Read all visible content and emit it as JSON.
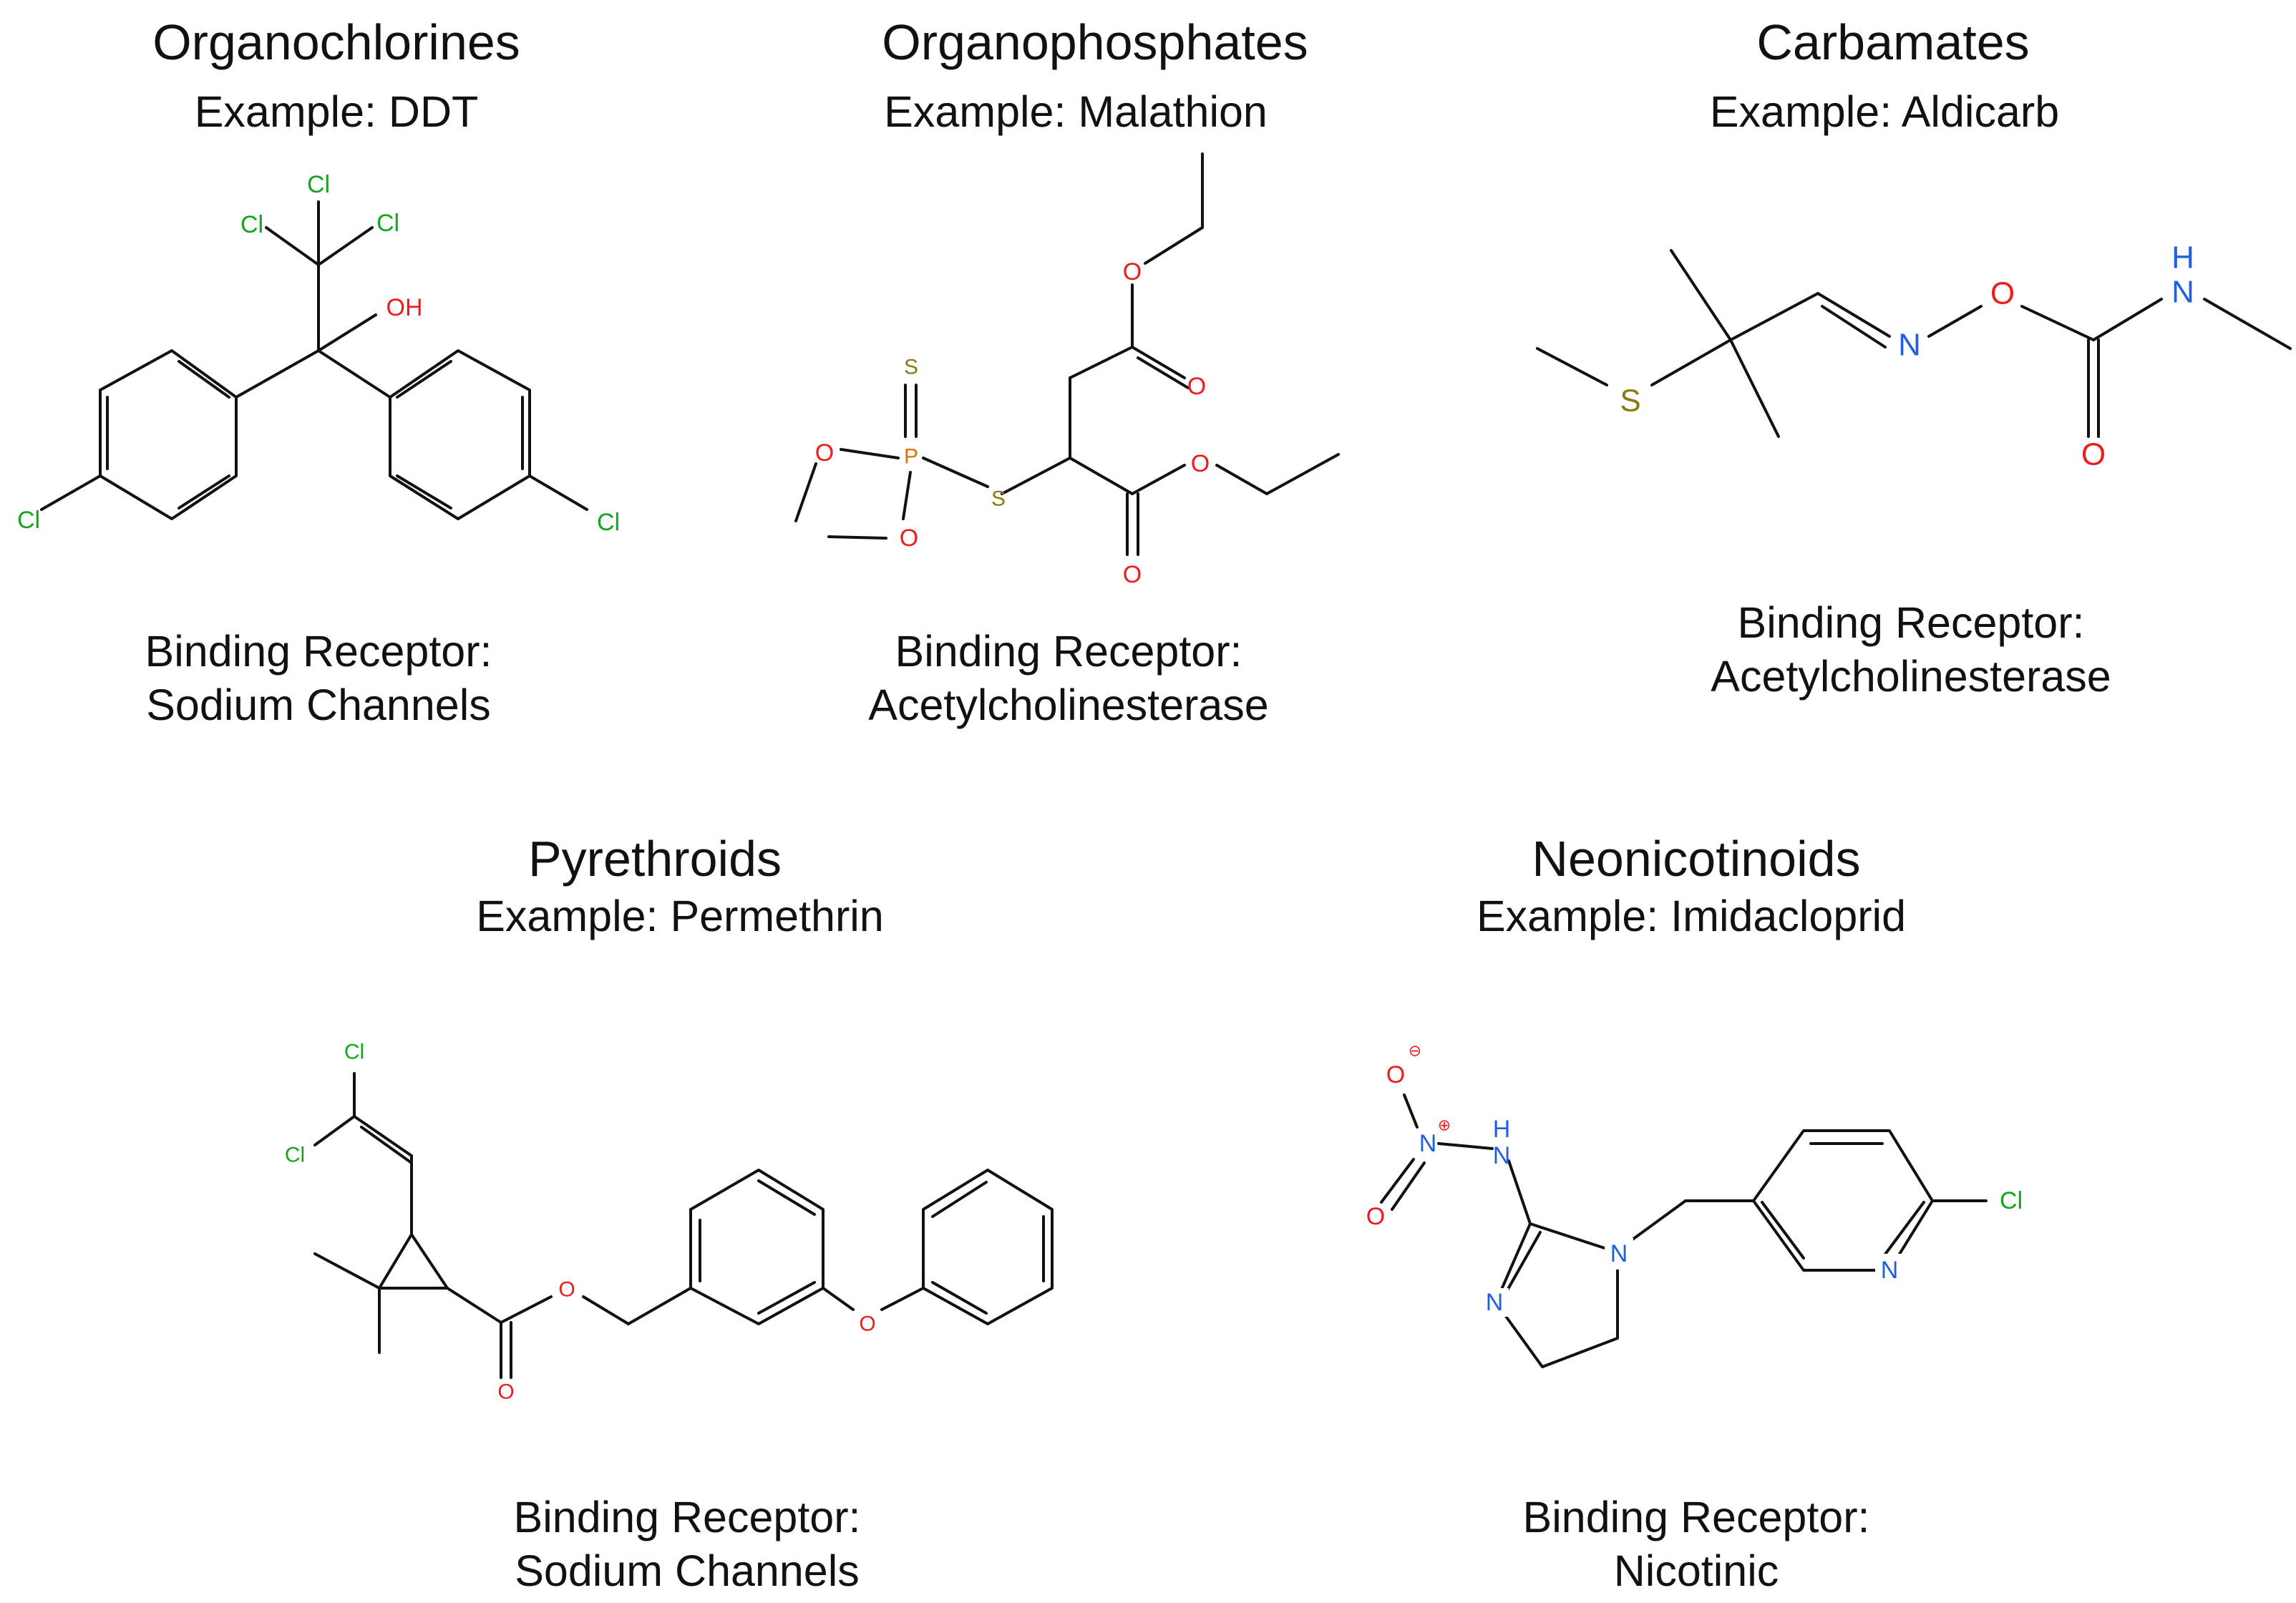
{
  "classes": {
    "organochlorines": {
      "name": "Organochlorines",
      "example": "Example: DDT",
      "receptor_label": "Binding Receptor:",
      "receptor": "Sodium Channels"
    },
    "organophosphates": {
      "name": "Organophosphates",
      "example": "Example: Malathion",
      "receptor_label": "Binding Receptor:",
      "receptor": "Acetylcholinesterase"
    },
    "carbamates": {
      "name": "Carbamates",
      "example": "Example: Aldicarb",
      "receptor_label": "Binding Receptor:",
      "receptor": "Acetylcholinesterase"
    },
    "pyrethroids": {
      "name": "Pyrethroids",
      "example": "Example: Permethrin",
      "receptor_label": "Binding Receptor:",
      "receptor": "Sodium Channels"
    },
    "neonicotinoids": {
      "name": "Neonicotinoids",
      "example": "Example: Imidacloprid",
      "receptor_label": "Binding Receptor:",
      "receptor": "Nicotinic"
    }
  },
  "atoms": {
    "cl": "Cl",
    "oh": "OH",
    "o": "O",
    "s": "S",
    "p": "P",
    "n": "N",
    "h": "H",
    "minus": "⊖",
    "plus": "⊕"
  },
  "colors": {
    "chlorine": "#14a51e",
    "oxygen": "#ee1c1c",
    "nitrogen": "#1f5fe0",
    "sulfur": "#8a7a10",
    "phosphorus": "#e07000"
  }
}
